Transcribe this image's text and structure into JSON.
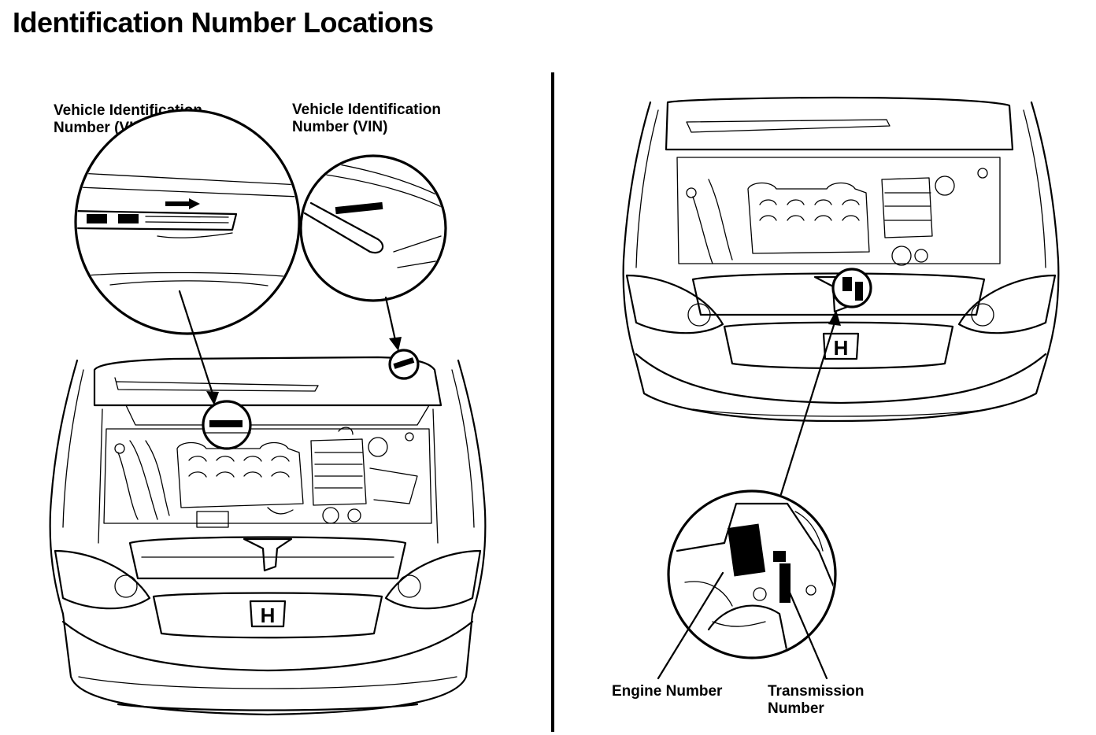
{
  "title": "Identification Number Locations",
  "callouts": {
    "vin_dash": [
      "Vehicle Identification",
      "Number (VIN)"
    ],
    "vin_hood": [
      "Vehicle Identification",
      "Number (VIN)"
    ],
    "engine_number": [
      "Engine Number"
    ],
    "transmission_number": [
      "Transmission",
      "Number"
    ]
  },
  "emblem_text": "H"
}
